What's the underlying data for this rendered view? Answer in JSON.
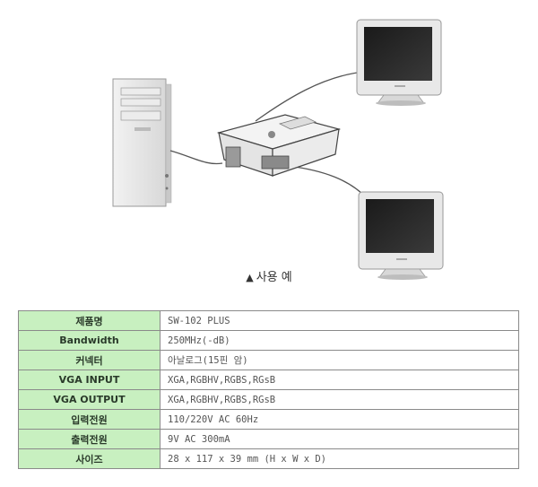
{
  "figure": {
    "caption_marker": "▲",
    "caption": "사용 예"
  },
  "spec": {
    "rows": [
      {
        "label": "제품명",
        "value": "SW-102 PLUS"
      },
      {
        "label": "Bandwidth",
        "value": "250MHz(-dB)"
      },
      {
        "label": "커넥터",
        "value": "아날로그(15핀 암)"
      },
      {
        "label": "VGA INPUT",
        "value": "XGA,RGBHV,RGBS,RGsB"
      },
      {
        "label": "VGA OUTPUT",
        "value": "XGA,RGBHV,RGBS,RGsB"
      },
      {
        "label": "입력전원",
        "value": "110/220V AC 60Hz"
      },
      {
        "label": "출력전원",
        "value": "9V AC 300mA"
      },
      {
        "label": "사이즈",
        "value": "28 x 117 x 39 mm (H x W x D)"
      }
    ]
  }
}
